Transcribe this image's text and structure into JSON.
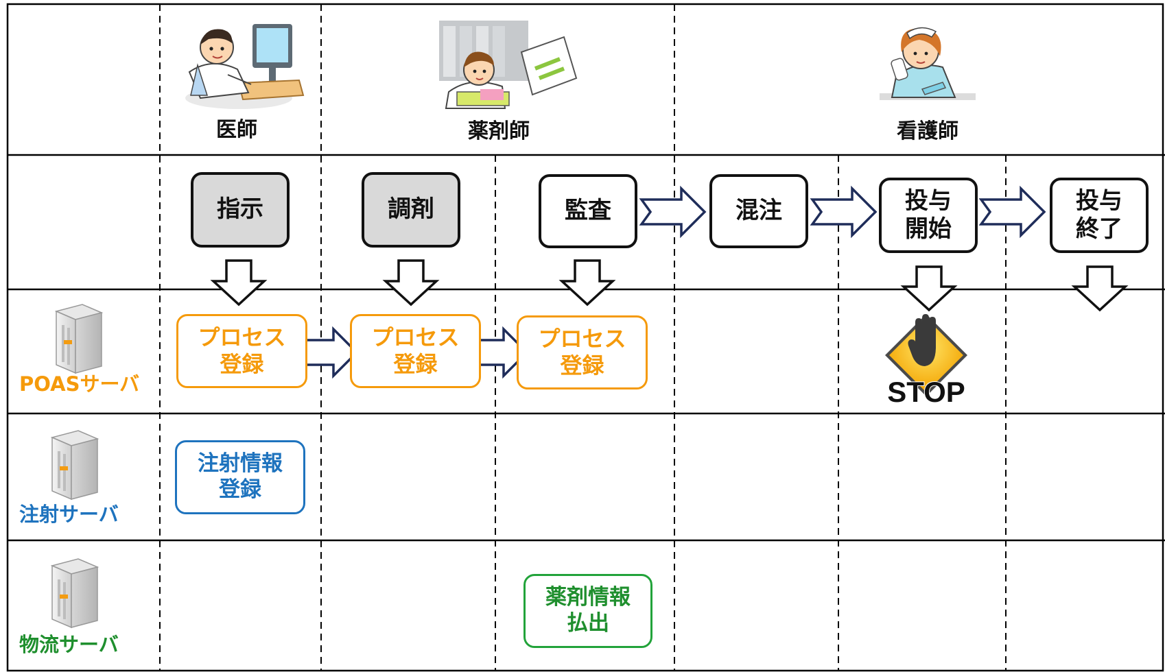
{
  "roles": {
    "doctor": "医師",
    "pharmacist": "薬剤師",
    "nurse": "看護師"
  },
  "steps": {
    "instruction": "指示",
    "dispensing": "調剤",
    "audit": "監査",
    "mixing": "混注",
    "admin_start": [
      "投与",
      "開始"
    ],
    "admin_end": [
      "投与",
      "終了"
    ]
  },
  "servers": {
    "poas": "POASサーバ",
    "injection": "注射サーバ",
    "logistics": "物流サーバ"
  },
  "server_boxes": {
    "process_registration": [
      "プロセス",
      "登録"
    ],
    "injection_info": [
      "注射情報",
      "登録"
    ],
    "drug_info": [
      "薬剤情報",
      "払出"
    ]
  },
  "stop_sign": "STOP",
  "colors": {
    "poas": "#f59a0b",
    "injection": "#1e73be",
    "logistics": "#22a33a",
    "flow_arrow": "#1f2d5a",
    "grid": "#000000"
  }
}
